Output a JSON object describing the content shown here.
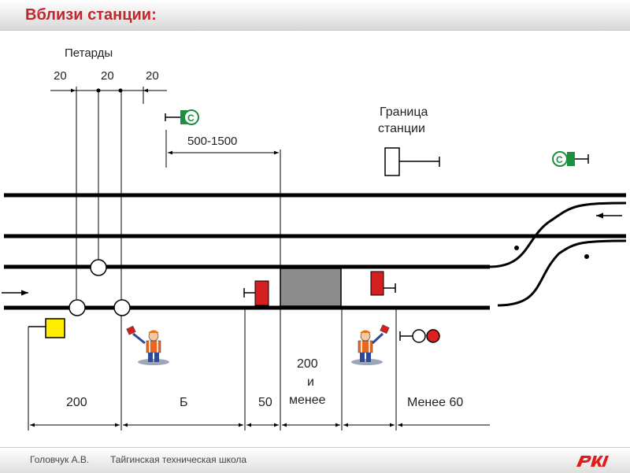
{
  "title": "Вблизи станции:",
  "labels": {
    "petards": "Петарды",
    "petard_spacing": [
      "20",
      "20",
      "20"
    ],
    "dist_500_1500": "500-1500",
    "station_boundary_line1": "Граница",
    "station_boundary_line2": "станции",
    "signal_letter": "С",
    "dim_200": "200",
    "dim_b": "Б",
    "dim_50": "50",
    "dim_200_line1": "200",
    "dim_200_line2": "и",
    "dim_200_line3": "менее",
    "dim_less_60": "Менее 60"
  },
  "footer": {
    "author": "Головчук А.В.",
    "school": "Тайгинская техническая школа",
    "logo": "РЖД"
  },
  "colors": {
    "title": "#c0272d",
    "track": "#000000",
    "signal_green": "#1e8f3e",
    "signal_red": "#e02020",
    "shield_red": "#d42020",
    "shield_yellow": "#ffee00",
    "obstacle": "#8c8c8c",
    "logo": "#e21a1a"
  }
}
